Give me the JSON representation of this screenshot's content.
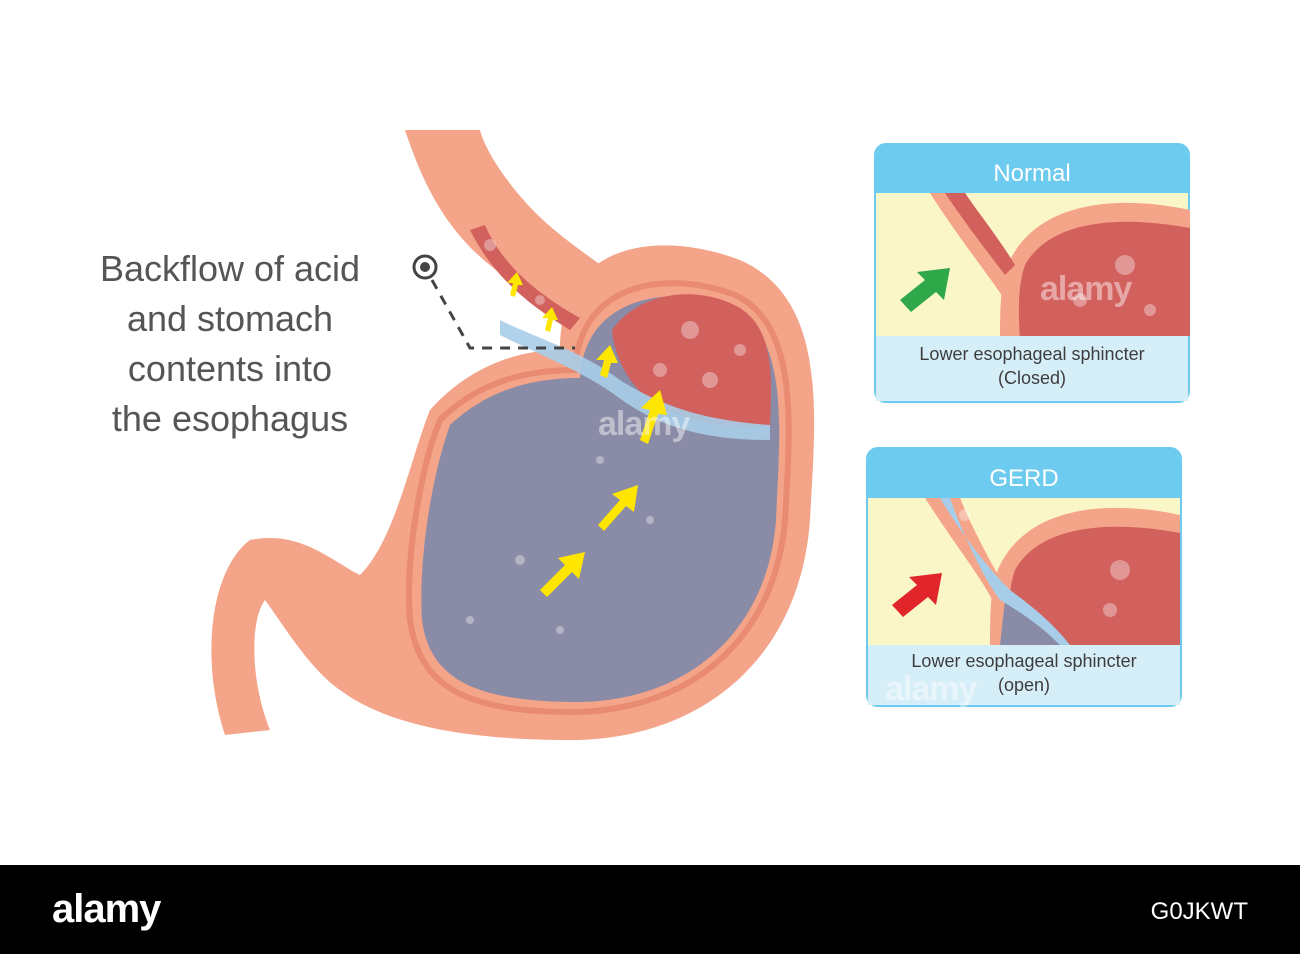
{
  "callout": {
    "lines": [
      "Backflow of acid",
      "and stomach",
      "contents into",
      "the esophagus"
    ]
  },
  "panels": [
    {
      "title": "Normal",
      "caption_line1": "Lower esophageal sphincter",
      "caption_line2": "(Closed)",
      "arrow_color": "#2fa84a"
    },
    {
      "title": "GERD",
      "caption_line1": "Lower esophageal sphincter",
      "caption_line2": "(open)",
      "arrow_color": "#e0262a"
    }
  ],
  "watermark": "alamy",
  "footer": {
    "brand": "alamy",
    "image_id": "G0JKWT"
  },
  "colors": {
    "tissue": "#f4a489",
    "tissue_inner": "#e9806a",
    "stomach_cavity": "#8a8ba6",
    "fundus": "#d2605d",
    "acid": "#a7cde8",
    "reflux_arrow": "#ffe600",
    "panel_header": "#6ccbef",
    "panel_bg": "#fbf6c8"
  }
}
